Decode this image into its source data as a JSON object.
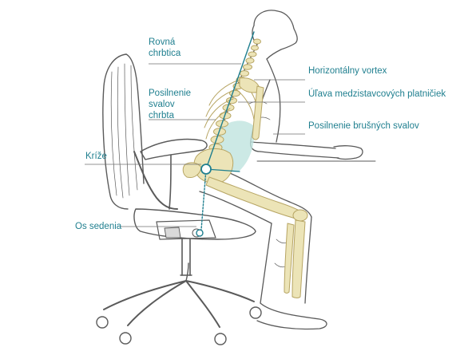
{
  "colors": {
    "accent": "#1f7f8f",
    "leader": "#6f6f6f",
    "sketch": "#5a5a5a",
    "bone_fill": "#ece4b7",
    "bone_stroke": "#b7a563",
    "tint": "#bfe4de"
  },
  "labels": {
    "rovna_chrbtica_line1": "Rovná",
    "rovna_chrbtica_line2": "chrbtica",
    "posilnenie_svalov_line1": "Posilnenie",
    "posilnenie_svalov_line2": "svalov",
    "posilnenie_svalov_line3": "chrbta",
    "krize": "Kríže",
    "os_sedenia": "Os sedenia",
    "horizontalny_vortex": "Horizontálny vortex",
    "uľava_medzistavcovych": "Úľava medzistavcových platničiek",
    "posilnenie_brusnych": "Posilnenie brušných svalov"
  }
}
